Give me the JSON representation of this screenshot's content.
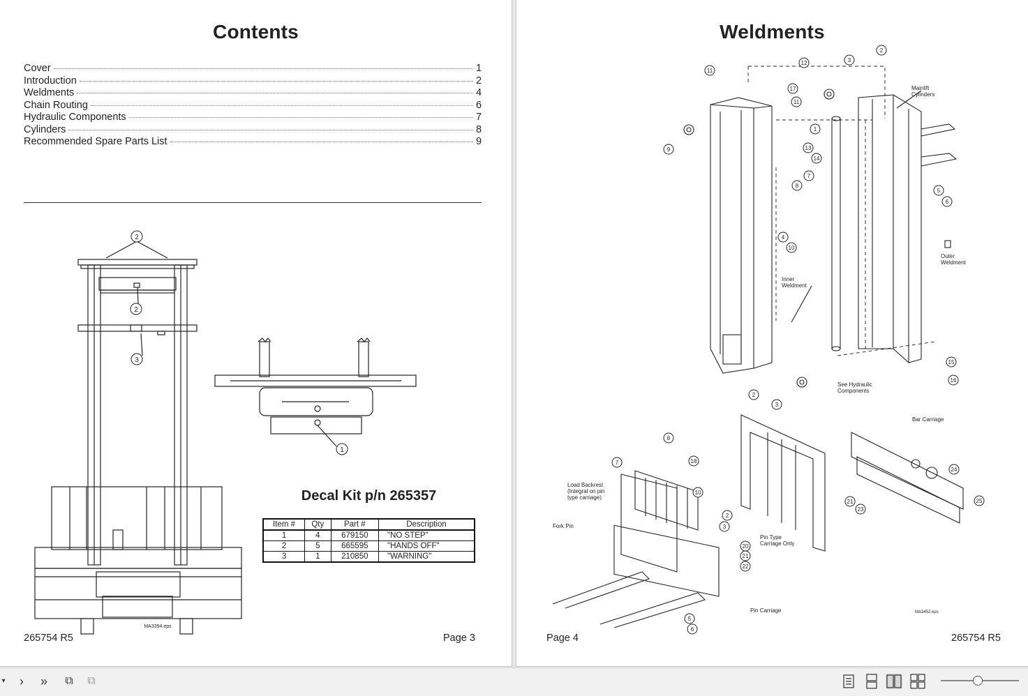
{
  "left_page": {
    "title": "Contents",
    "toc": [
      {
        "label": "Cover",
        "page": "1"
      },
      {
        "label": "Introduction",
        "page": "2"
      },
      {
        "label": "Weldments",
        "page": "4"
      },
      {
        "label": "Chain Routing",
        "page": "6"
      },
      {
        "label": "Hydraulic Components",
        "page": "7"
      },
      {
        "label": "Cylinders",
        "page": "8"
      },
      {
        "label": "Recommended Spare Parts List",
        "page": "9"
      }
    ],
    "decal_title": "Decal Kit p/n 265357",
    "decal_table": {
      "headers": [
        "Item #",
        "Qty",
        "Part #",
        "Description"
      ],
      "rows": [
        [
          "1",
          "4",
          "679150",
          "\"NO STEP\""
        ],
        [
          "2",
          "5",
          "665595",
          "\"HANDS OFF\""
        ],
        [
          "3",
          "1",
          "210850",
          "\"WARNING\""
        ]
      ]
    },
    "drawing_file": "MA3394.eps",
    "callouts": [
      "2",
      "2",
      "3",
      "1"
    ],
    "footer_left": "265754 R5",
    "footer_right": "Page 3"
  },
  "right_page": {
    "title": "Weldments",
    "labels": {
      "mainlift": "Mainlift\nCylinders",
      "inner": "Inner\nWeldment",
      "outer": "Outer\nWeldment",
      "see_hydraulic": "See Hydraulic\nComponents",
      "bar_carriage": "Bar Carriage",
      "load_backrest": "Load Backrest\n(Integral on pin\ntype carriage)",
      "fork_pin": "Fork Pin",
      "pin_type": "Pin Type\nCarriage Only",
      "pin_carriage": "Pin Carriage"
    },
    "drawing_file": "MA3452.eps",
    "footer_left": "Page 4",
    "footer_right": "265754 R5"
  },
  "toolbar": {
    "icons": [
      "dropdown-icon",
      "next-page-icon",
      "last-page-icon",
      "rotate-icon",
      "rotate-alt-icon",
      "single-page-view-icon",
      "continuous-view-icon",
      "two-page-view-icon",
      "two-page-continuous-view-icon"
    ]
  }
}
